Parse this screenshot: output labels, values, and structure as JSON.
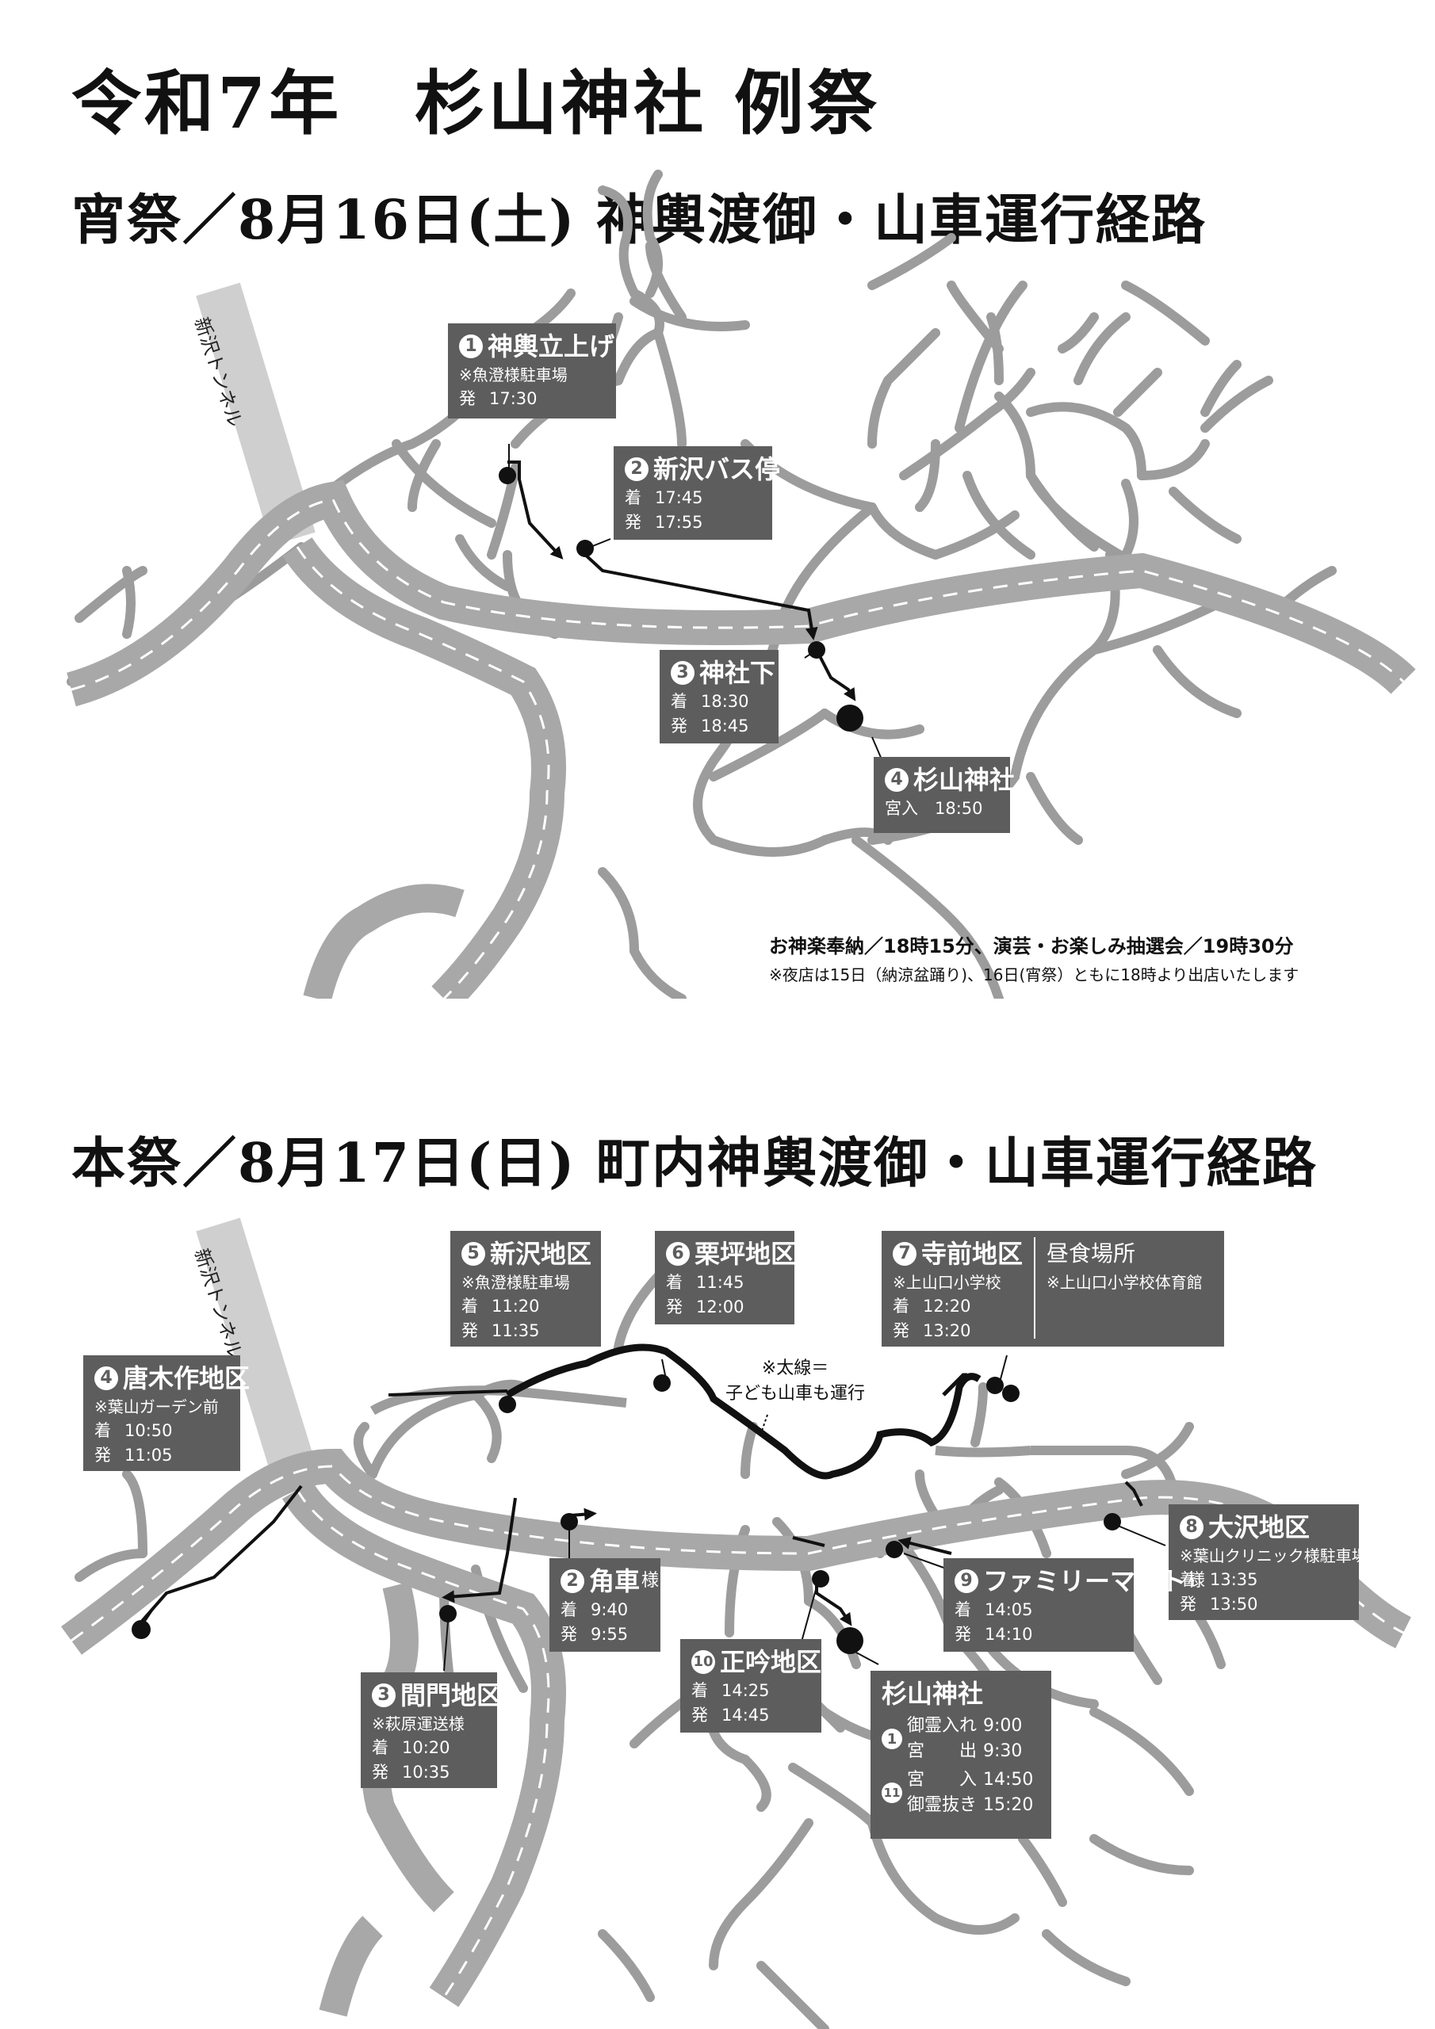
{
  "title": "令和7年　杉山神社 例祭",
  "eve": {
    "heading": "宵祭／8月16日(土) 神輿渡御・山車運行経路",
    "tunnel": "新沢トンネル",
    "stops": [
      {
        "num": "1",
        "name": "神輿立上げ",
        "note": "※魚澄様駐車場",
        "times": [
          {
            "label": "発",
            "time": "17:30"
          }
        ]
      },
      {
        "num": "2",
        "name": "新沢バス停",
        "times": [
          {
            "label": "着",
            "time": "17:45"
          },
          {
            "label": "発",
            "time": "17:55"
          }
        ]
      },
      {
        "num": "3",
        "name": "神社下",
        "times": [
          {
            "label": "着",
            "time": "18:30"
          },
          {
            "label": "発",
            "time": "18:45"
          }
        ]
      },
      {
        "num": "4",
        "name": "杉山神社",
        "times": [
          {
            "label": "宮入",
            "time": "18:50"
          }
        ]
      }
    ],
    "footer1": "お神楽奉納／18時15分、演芸・お楽しみ抽選会／19時30分",
    "footer2": "※夜店は15日（納涼盆踊り)、16日(宵祭）ともに18時より出店いたします"
  },
  "main": {
    "heading": "本祭／8月17日(日) 町内神輿渡御・山車運行経路",
    "tunnel": "新沢トンネル",
    "thick_note_1": "※太線＝",
    "thick_note_2": "子ども山車も運行",
    "stops": [
      {
        "num": "2",
        "name": "角車",
        "suffix": "様",
        "times": [
          {
            "label": "着",
            "time": "9:40"
          },
          {
            "label": "発",
            "time": "9:55"
          }
        ]
      },
      {
        "num": "3",
        "name": "間門地区",
        "note": "※萩原運送様",
        "times": [
          {
            "label": "着",
            "time": "10:20"
          },
          {
            "label": "発",
            "time": "10:35"
          }
        ]
      },
      {
        "num": "4",
        "name": "唐木作地区",
        "note": "※葉山ガーデン前",
        "times": [
          {
            "label": "着",
            "time": "10:50"
          },
          {
            "label": "発",
            "time": "11:05"
          }
        ]
      },
      {
        "num": "5",
        "name": "新沢地区",
        "note": "※魚澄様駐車場",
        "times": [
          {
            "label": "着",
            "time": "11:20"
          },
          {
            "label": "発",
            "time": "11:35"
          }
        ]
      },
      {
        "num": "6",
        "name": "栗坪地区",
        "times": [
          {
            "label": "着",
            "time": "11:45"
          },
          {
            "label": "発",
            "time": "12:00"
          }
        ]
      },
      {
        "num": "7",
        "name": "寺前地区",
        "note": "※上山口小学校",
        "times": [
          {
            "label": "着",
            "time": "12:20"
          },
          {
            "label": "発",
            "time": "13:20"
          }
        ],
        "lunch_title": "昼食場所",
        "lunch_note": "※上山口小学校体育館"
      },
      {
        "num": "8",
        "name": "大沢地区",
        "note": "※葉山クリニック様駐車場",
        "times": [
          {
            "label": "着",
            "time": "13:35"
          },
          {
            "label": "発",
            "time": "13:50"
          }
        ]
      },
      {
        "num": "9",
        "name": "ファミリーマート",
        "suffix": "様",
        "times": [
          {
            "label": "着",
            "time": "14:05"
          },
          {
            "label": "発",
            "time": "14:10"
          }
        ]
      },
      {
        "num": "10",
        "name": "正吟地区",
        "times": [
          {
            "label": "着",
            "time": "14:25"
          },
          {
            "label": "発",
            "time": "14:45"
          }
        ]
      }
    ],
    "shrine": {
      "name": "杉山神社",
      "group1": {
        "num": "1",
        "rows": [
          {
            "label": "御霊入れ",
            "time": "9:00"
          },
          {
            "label": "宮　　出",
            "time": "9:30"
          }
        ]
      },
      "group2": {
        "num": "11",
        "rows": [
          {
            "label": "宮　　入",
            "time": "14:50"
          },
          {
            "label": "御霊抜き",
            "time": "15:20"
          }
        ]
      }
    }
  }
}
